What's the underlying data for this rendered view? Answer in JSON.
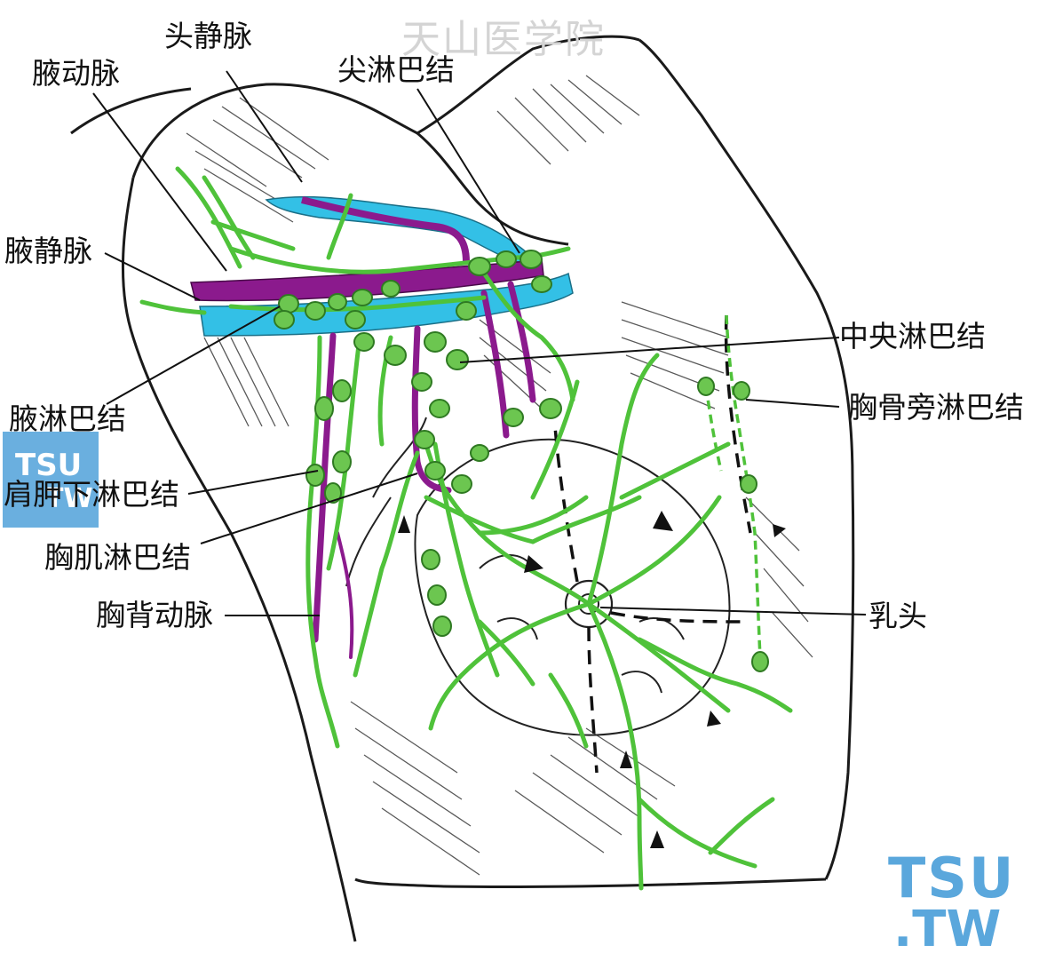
{
  "watermark": {
    "site_text": "天山医学院",
    "logo_small_line1": "TSU",
    "logo_small_line2": "TW",
    "logo_big_line1": "TSU",
    "logo_big_line2": ".TW"
  },
  "labels": {
    "cephalic_vein": "头静脉",
    "axillary_artery": "腋动脉",
    "apical_nodes": "尖淋巴结",
    "axillary_vein": "腋静脉",
    "central_nodes": "中央淋巴结",
    "parasternal_nodes": "胸骨旁淋巴结",
    "axillary_nodes": "腋淋巴结",
    "subscapular_nodes": "肩胛下淋巴结",
    "pectoral_nodes": "胸肌淋巴结",
    "thoracodorsal_artery": "胸背动脉",
    "nipple": "乳头"
  },
  "colors": {
    "lymph_green": "#4fc23a",
    "node_green": "#6cc650",
    "artery_purple": "#8b1a8d",
    "vein_cyan": "#33c0e6",
    "line_ink": "#1a1a1a",
    "logo_blue": "#5aa7dc"
  }
}
